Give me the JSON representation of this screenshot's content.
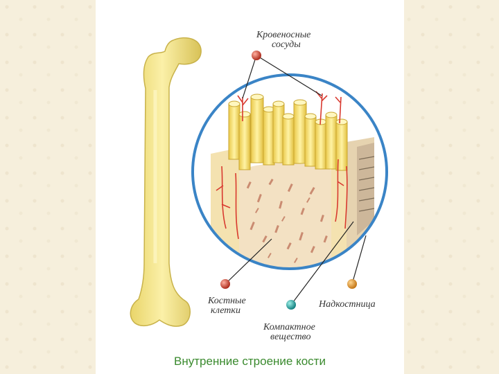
{
  "labels": {
    "blood_vessels_line1": "Кровеносные",
    "blood_vessels_line2": "сосуды",
    "bone_cells_line1": "Костные",
    "bone_cells_line2": "клетки",
    "periosteum": "Надкостница",
    "compact_line1": "Компактное",
    "compact_line2": "вещество"
  },
  "caption": "Внутренние строение кости",
  "colors": {
    "bone": "#f3e38c",
    "bone_shadow": "#d9c55a",
    "circle_border": "#3a84c6",
    "vessel": "#d8392f",
    "spongy_bg": "#f3e1c3",
    "dot_bone_cells": "#c0392b",
    "dot_compact": "#1aa0a0",
    "dot_periosteum": "#e08a1a",
    "caption": "#3a8a2e"
  }
}
